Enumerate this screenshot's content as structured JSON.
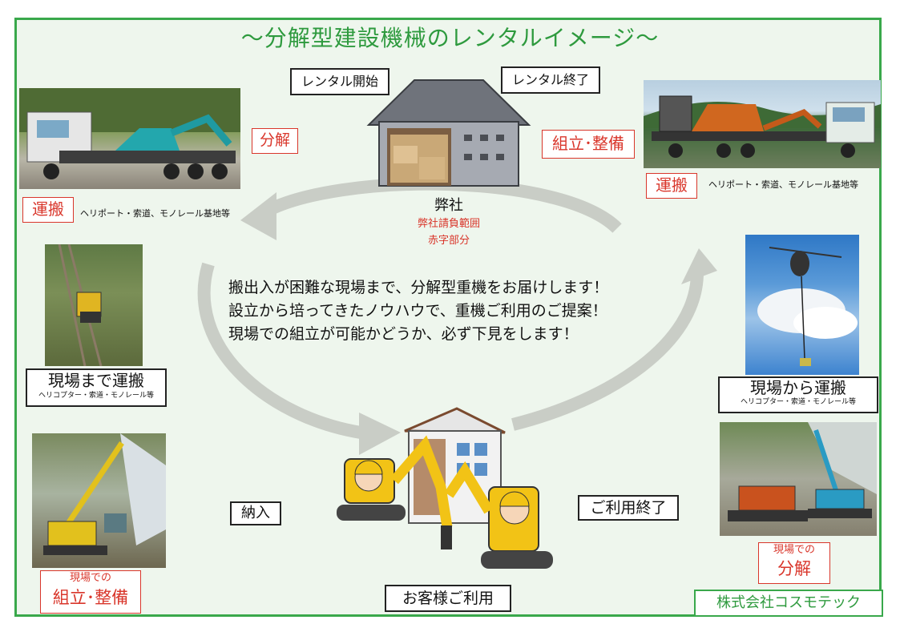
{
  "title": "～分解型建設機械のレンタルイメージ～",
  "rental_start": "レンタル開始",
  "rental_end": "レンタル終了",
  "office": {
    "name": "弊社",
    "scope": "弊社請負範囲",
    "red_note": "赤字部分"
  },
  "left_top": {
    "disassembly": "分解",
    "transport": "運搬",
    "transport_note": "ヘリポート・索道、モノレール基地等"
  },
  "right_top": {
    "assembly": "組立･整備",
    "transport": "運搬",
    "transport_note": "ヘリポート・索道、モノレール基地等"
  },
  "left_mid": {
    "label": "現場まで運搬",
    "note": "ヘリコプター・索道・モノレール等"
  },
  "right_mid": {
    "label": "現場から運搬",
    "note": "ヘリコプター・索道・モノレール等"
  },
  "left_bottom": {
    "small": "現場での",
    "big": "組立･整備"
  },
  "right_bottom": {
    "small": "現場での",
    "big": "分解"
  },
  "delivery": "納入",
  "end_of_use": "ご利用終了",
  "customer_use": "お客様ご利用",
  "message": [
    "搬出入が困難な現場まで、分解型重機をお届けします！",
    "設立から培ってきたノウハウで、重機ご利用のご提案！",
    "現場での組立が可能かどうか、必ず下見をします！"
  ],
  "company": "株式会社コスモテック",
  "colors": {
    "frame_green": "#39a84b",
    "title_green": "#2e9a3e",
    "accent_red": "#d9362b",
    "arrow_gray": "#c9cdc6",
    "machine_yellow": "#f2c316"
  }
}
